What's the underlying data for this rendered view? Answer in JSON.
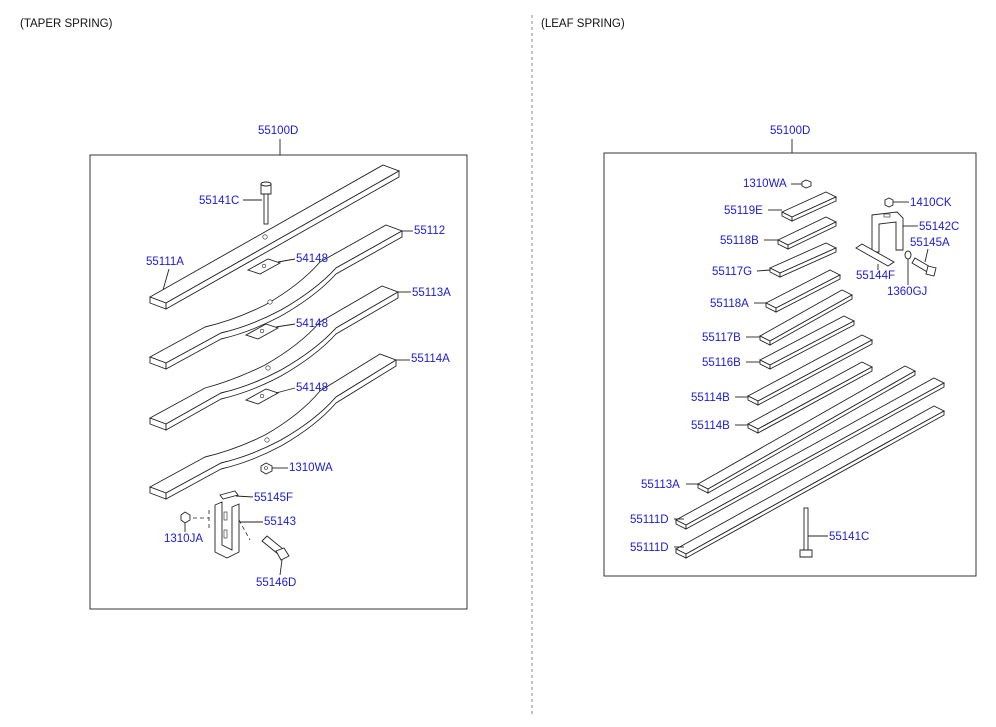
{
  "sections": {
    "taper": {
      "title": "(TAPER SPRING)",
      "assembly": "55100D",
      "labels": {
        "bolt": "55141C",
        "leaf_top": "55111A",
        "leaf2": "55112",
        "pad1": "54148",
        "leaf3": "55113A",
        "pad2": "54148",
        "leaf4": "55114A",
        "pad3": "54148",
        "nut": "1310WA",
        "pin": "55145F",
        "clip": "55143",
        "clip_nut": "1310JA",
        "clip_bolt": "55146D"
      }
    },
    "leaf": {
      "title": "(LEAF SPRING)",
      "assembly": "55100D",
      "labels": {
        "nut": "1310WA",
        "l1": "55119E",
        "l2": "55118B",
        "l3": "55117G",
        "l4": "55118A",
        "l5": "55117B",
        "l6": "55116B",
        "l7": "55114B",
        "l8": "55114B",
        "l9": "55113A",
        "l10": "55111D",
        "l11": "55111D",
        "bolt": "55141C",
        "clip_nut": "1410CK",
        "clip": "55142C",
        "clip_bolt": "55145A",
        "clip_pin": "55144F",
        "washer": "1360GJ"
      }
    }
  },
  "colors": {
    "label": "#1a1ad6",
    "line": "#222222",
    "divider": "#888888"
  }
}
